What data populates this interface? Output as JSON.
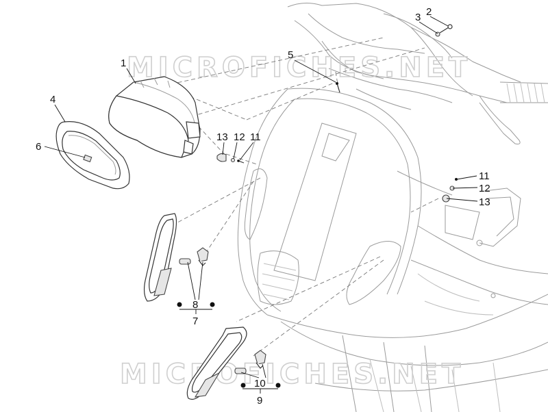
{
  "watermark": "MICROFICHES.NET",
  "callouts": {
    "c1": "1",
    "c2": "2",
    "c3": "3",
    "c4": "4",
    "c5": "5",
    "c6": "6",
    "c7": "7",
    "c8": "8",
    "c9": "9",
    "c10": "10",
    "c11a": "11",
    "c12a": "12",
    "c13a": "13",
    "c11b": "11",
    "c12b": "12",
    "c13b": "13"
  }
}
